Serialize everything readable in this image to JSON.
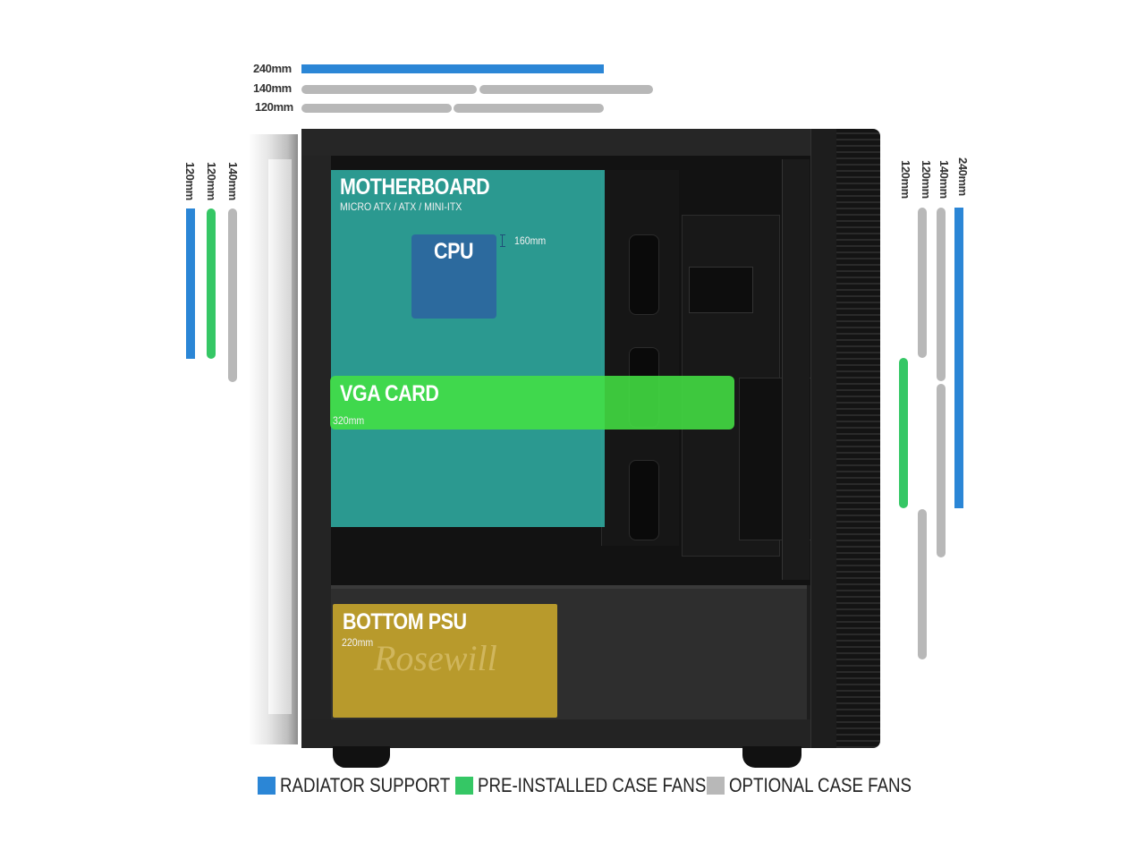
{
  "colors": {
    "radiator": "#2b86d6",
    "preinstalled": "#35c765",
    "optional": "#b8b8b8",
    "motherboard": "#2fa99e",
    "cpu": "#2c6a9e",
    "vga": "#43e043",
    "psu": "#b89a2c"
  },
  "top_mounts": [
    {
      "label": "240mm",
      "type": "radiator"
    },
    {
      "label": "140mm",
      "type": "optional"
    },
    {
      "label": "120mm",
      "type": "optional"
    }
  ],
  "front_mounts": [
    {
      "label": "120mm",
      "type": "radiator"
    },
    {
      "label": "120mm",
      "type": "preinstalled"
    },
    {
      "label": "140mm",
      "type": "optional"
    }
  ],
  "rear_mounts": [
    {
      "label": "120mm",
      "type": "preinstalled"
    },
    {
      "label": "120mm",
      "type": "optional"
    },
    {
      "label": "140mm",
      "type": "optional"
    },
    {
      "label": "240mm",
      "type": "radiator"
    }
  ],
  "zones": {
    "motherboard": {
      "title": "MOTHERBOARD",
      "subtitle": "MICRO ATX / ATX / MINI-ITX"
    },
    "cpu": {
      "title": "CPU",
      "clearance": "160mm"
    },
    "vga": {
      "title": "VGA CARD",
      "length": "320mm"
    },
    "psu": {
      "title": "BOTTOM PSU",
      "length": "220mm",
      "brand": "Rosewill"
    }
  },
  "legend": [
    {
      "label": "RADIATOR SUPPORT",
      "color": "#2b86d6"
    },
    {
      "label": "PRE-INSTALLED CASE FANS",
      "color": "#35c765"
    },
    {
      "label": "OPTIONAL CASE FANS",
      "color": "#b8b8b8"
    }
  ]
}
